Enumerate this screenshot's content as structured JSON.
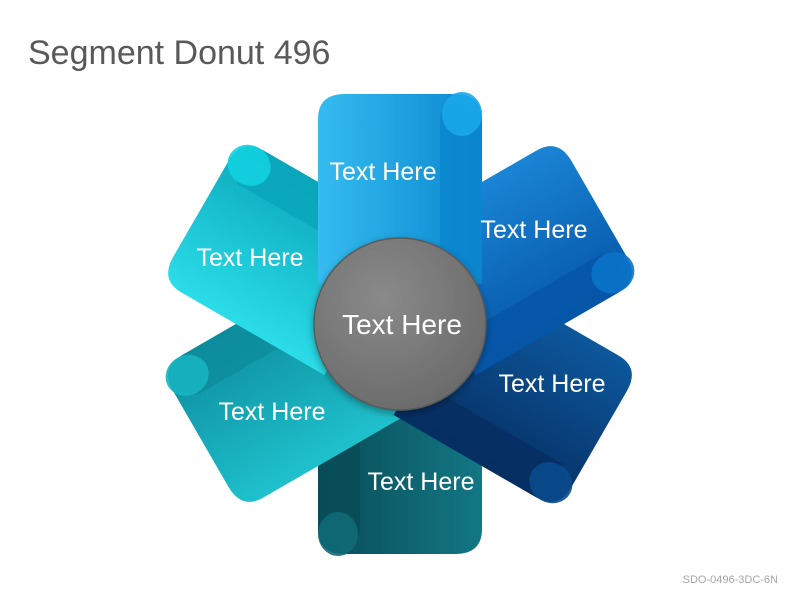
{
  "title": "Segment Donut 496",
  "code": "SDO-0496-3DC-6N",
  "center": {
    "label": "Text Here",
    "color": "#7a7a7a"
  },
  "segments": [
    {
      "label": "Text Here",
      "color_light": "#1aa8ea",
      "color_dark": "#0a86cf"
    },
    {
      "label": "Text Here",
      "color_light": "#0a74c8",
      "color_dark": "#0656a8"
    },
    {
      "label": "Text Here",
      "color_light": "#0a4b8c",
      "color_dark": "#062f63"
    },
    {
      "label": "Text Here",
      "color_light": "#0f6a77",
      "color_dark": "#084c57"
    },
    {
      "label": "Text Here",
      "color_light": "#17b3c0",
      "color_dark": "#0d8d9e"
    },
    {
      "label": "Text Here",
      "color_light": "#12d2e0",
      "color_dark": "#0aa6bb"
    }
  ]
}
